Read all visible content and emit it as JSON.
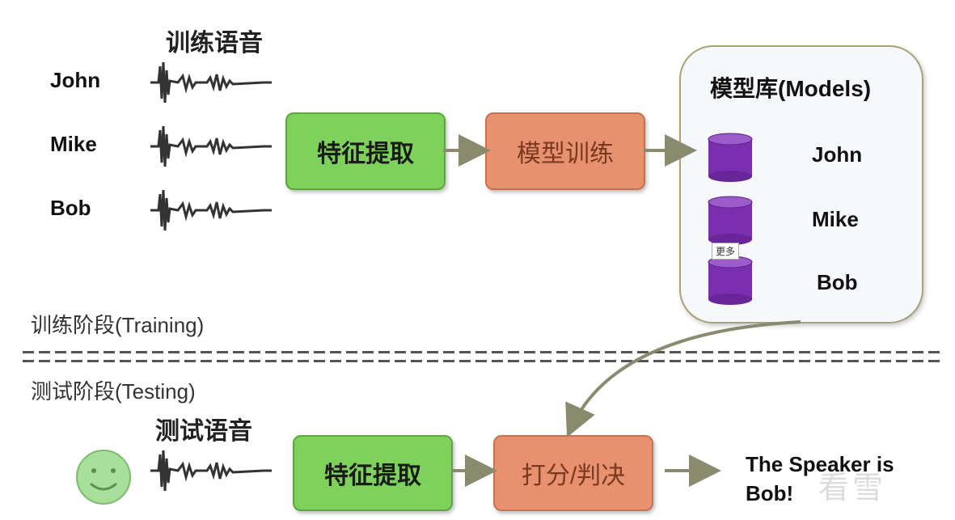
{
  "training": {
    "title": "训练语音",
    "speakers": [
      "John",
      "Mike",
      "Bob"
    ],
    "feature_box": "特征提取",
    "train_box": "模型训练",
    "phase_label": "训练阶段(Training)"
  },
  "models": {
    "title": "模型库(Models)",
    "items": [
      "John",
      "Mike",
      "Bob"
    ],
    "more_tag": "更多",
    "db_color": "#7a2fb0"
  },
  "testing": {
    "phase_label": "测试阶段(Testing)",
    "title": "测试语音",
    "feature_box": "特征提取",
    "score_box": "打分/判决",
    "result_line1": "The Speaker is",
    "result_line2": "Bob!"
  },
  "watermark": "看雪",
  "colors": {
    "green_box": "#7ed15a",
    "salmon_box": "#e8916f",
    "arrow": "#8a8a6e",
    "smiley": "#a8df9a"
  }
}
